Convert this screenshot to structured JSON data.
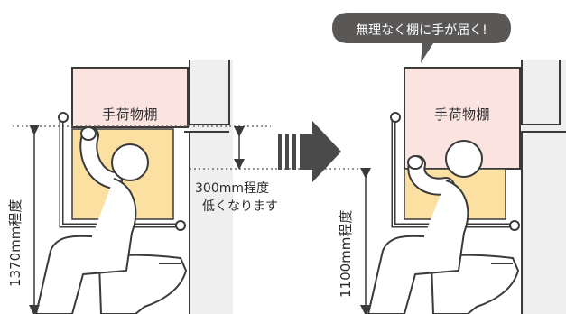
{
  "left_panel": {
    "shelf_label": "手荷物棚",
    "height_label": "1370mm程度"
  },
  "reduction": {
    "line1": "300mm程度",
    "line2": "低くなります"
  },
  "right_panel": {
    "shelf_label": "手荷物棚",
    "height_label": "1100mm程度",
    "bubble_text": "無理なく棚に手が届く!"
  },
  "colors": {
    "shelf_fill": "#fbe3df",
    "window_fill": "#fbe0a2",
    "wall_fill": "#efefef",
    "line": "#3a3a3a",
    "arrow": "#4a4a4a",
    "bubble": "#5a5757"
  }
}
